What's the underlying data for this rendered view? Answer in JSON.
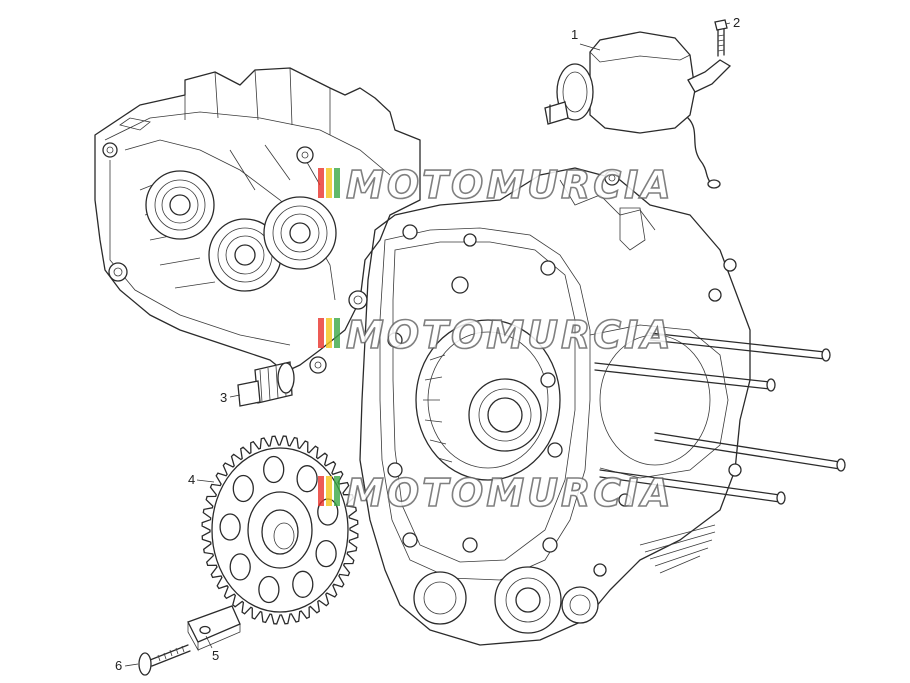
{
  "watermark": {
    "text": "MOTOMURCIA",
    "colors": {
      "red": "#e8322b",
      "yellow": "#f2c418",
      "green": "#3aa845",
      "outline": "#6a6a6a"
    }
  },
  "callouts": [
    {
      "id": "part-1",
      "label": "1"
    },
    {
      "id": "part-2",
      "label": "2"
    },
    {
      "id": "part-3",
      "label": "3"
    },
    {
      "id": "part-4",
      "label": "4"
    },
    {
      "id": "part-5",
      "label": "5"
    },
    {
      "id": "part-6",
      "label": "6"
    }
  ]
}
